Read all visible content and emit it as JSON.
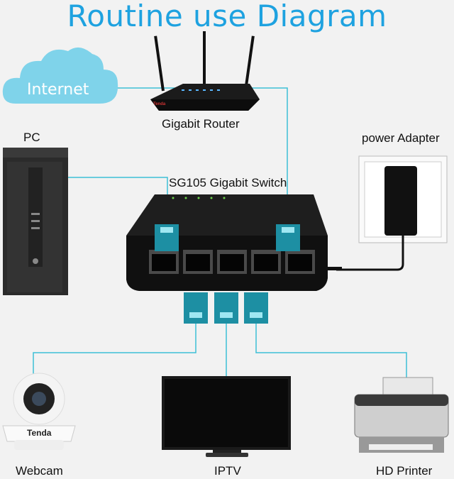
{
  "title": "Routine use Diagram",
  "nodes": {
    "internet": "Internet",
    "router": "Gigabit Router",
    "router_brand": "Tenda",
    "pc": "PC",
    "power": "power Adapter",
    "switch": "SG105 Gigabit Switch",
    "webcam": "Webcam",
    "webcam_brand": "Tenda",
    "iptv": "IPTV",
    "printer": "HD Printer"
  },
  "colors": {
    "title": "#1ea2e0",
    "cloud": "#7fd3ea",
    "cable": "#3cc0d6",
    "plug": "#1d8fa3"
  }
}
